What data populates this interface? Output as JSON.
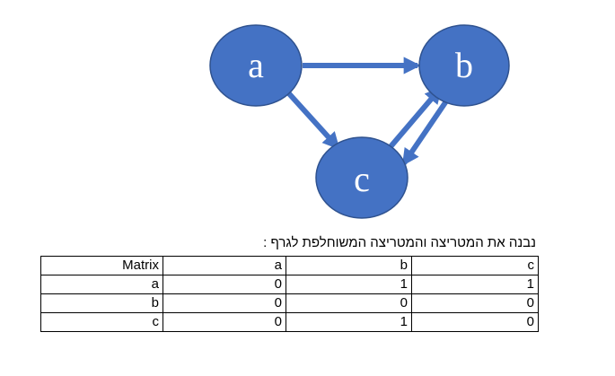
{
  "graph": {
    "nodes": [
      {
        "id": "a",
        "label": "a"
      },
      {
        "id": "b",
        "label": "b"
      },
      {
        "id": "c",
        "label": "c"
      }
    ],
    "edges": [
      {
        "from": "a",
        "to": "b"
      },
      {
        "from": "a",
        "to": "c"
      },
      {
        "from": "c",
        "to": "b"
      },
      {
        "from": "b",
        "to": "c"
      }
    ],
    "colors": {
      "node_fill": "#4472c4",
      "node_stroke": "#2f528f",
      "edge": "#4472c4",
      "label": "#ffffff"
    }
  },
  "caption": "נבנה את המטריצה והמטריצה המשוחלפת לגרף :",
  "matrix": {
    "corner": "Matrix",
    "columns": [
      "a",
      "b",
      "c"
    ],
    "rows": [
      {
        "label": "a",
        "values": [
          "0",
          "1",
          "1"
        ]
      },
      {
        "label": "b",
        "values": [
          "0",
          "0",
          "0"
        ]
      },
      {
        "label": "c",
        "values": [
          "0",
          "1",
          "0"
        ]
      }
    ]
  }
}
